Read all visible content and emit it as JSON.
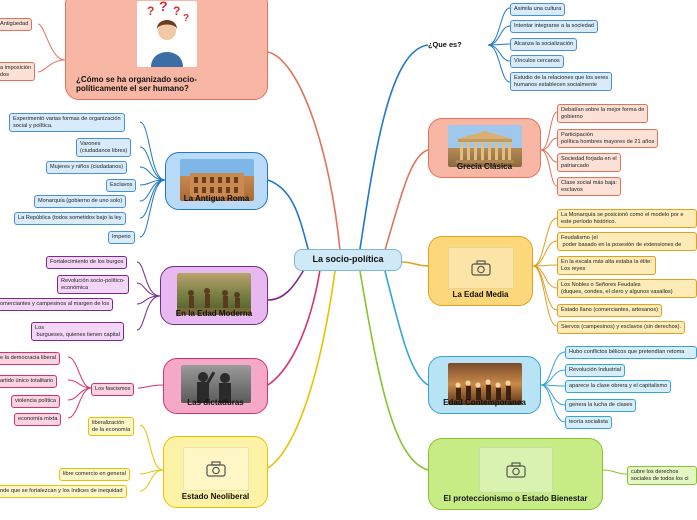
{
  "center": "La socio-política",
  "topics": {
    "organizado": {
      "title": "¿Cómo se ha organizado socio-\npolíticamente el ser humano?",
      "leaves": [
        "Antigüedad",
        "a imposición\ndos"
      ]
    },
    "quees": {
      "title": "¿Que es?",
      "leaves": [
        "Asimila una cultura",
        "Intentar integrarse a la sociedad",
        "Alcanza la socialización",
        "Vínculos cercanos",
        "Estudio de la relaciones que los seres\nhumanos establecen socialmente"
      ]
    },
    "antigua": {
      "title": "La Antigua Roma",
      "leaves": [
        "Experimentó varias formas de organización\nsocial y política.",
        "Varones\n(ciudadanos libres)",
        "Mujeres y niños (ciudadanos)",
        "Esclavos",
        "Monarquía (gobierno de uno solo)",
        "La República (todos sometidos bajo la ley",
        "Imperio"
      ]
    },
    "grecia": {
      "title": "Grecia Clásica",
      "leaves": [
        "Debatían sobre la mejor forma de\ngobierno",
        "Participación\npolítica hombres mayores de 21 años",
        "Sociedad forjada en el\npatriarcado",
        "Clase social más baja:\nesclavos"
      ]
    },
    "moderna": {
      "title": "En la Edad Moderna",
      "leaves": [
        "Fortalecimiento de los burgos",
        "Revolución socio-político-\neconómica",
        "omerciantes y campesinos al margen de los",
        "Los\n burgueses, quienes tienen capital"
      ]
    },
    "media": {
      "title": "La Edad Media",
      "leaves": [
        "La Monarquía se posicionó como el modelo por e\neste período histórico.",
        "Feudalismo (el\n poder basado en la posesión de extensiones de",
        "En la escala más alta estaba la élite:\nLos reyes",
        "Los Nobles o Señores Feudales\n(duques, condes, el clero y algunos vasallos)",
        "Estado llano (comerciantes, artesanos)",
        "Siervos (campesinos) y esclavos (sin derechos)."
      ]
    },
    "dictaduras": {
      "title": "Las dictaduras",
      "hub": "Los fascismos",
      "leaves": [
        "e la democracia liberal",
        "artido único totalitario",
        "violencia política",
        "economía mixta"
      ]
    },
    "contemporanea": {
      "title": "Edad Contemporánea",
      "leaves": [
        "Hubo conflictos bélicos que pretendían retoma",
        "Revolución Industrial",
        "aparece la clase obrera y el capitalismo",
        "genera la lucha de clases",
        "teoría socialista"
      ]
    },
    "neoliberal": {
      "title": "Estado Neoliberal",
      "leaves": [
        "liberalización\nde la economía",
        "libre comercio en general",
        "nde que se fortalezcan y los índices de inequidad"
      ]
    },
    "bienestar": {
      "title": "El proteccionismo o Estado Bienestar",
      "leaves": [
        "cubre los derechos\nsociales de todos los ci"
      ]
    }
  },
  "colors": {
    "blue": "#1f78c8",
    "salmon": "#e0735a",
    "purple": "#7a2a8a",
    "pink": "#d6336c",
    "yellow": "#e7c200",
    "green": "#86c42e",
    "orange": "#e0a020",
    "cyan": "#36a3d8"
  }
}
